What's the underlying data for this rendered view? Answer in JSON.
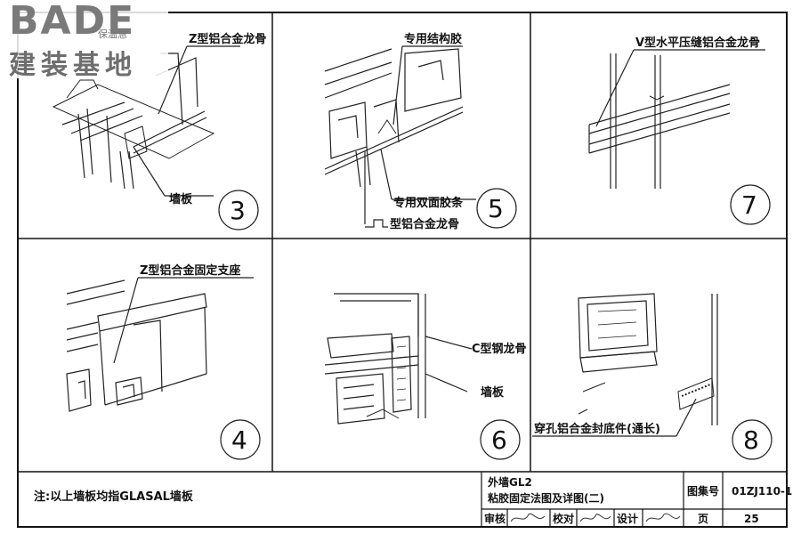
{
  "logo": {
    "main": "BADE",
    "sub": "保温慧",
    "cn": "建装基地"
  },
  "panels": [
    {
      "number": "3",
      "labels": [
        "Z型铝合金龙骨",
        "墙板"
      ]
    },
    {
      "number": "5",
      "labels": [
        "专用结构胶",
        "专用双面胶条",
        "型铝合金龙骨"
      ]
    },
    {
      "number": "7",
      "labels": [
        "V型水平压缝铝合金龙骨"
      ]
    },
    {
      "number": "4",
      "labels": [
        "Z型铝合金固定支座"
      ]
    },
    {
      "number": "6",
      "labels": [
        "C型钢龙骨",
        "墙板"
      ]
    },
    {
      "number": "8",
      "labels": [
        "穿孔铝合金封底件(通长)"
      ]
    }
  ],
  "note": "注:以上墙板均指GLASAL墙板",
  "title_block": {
    "title_line1": "外墙GL2",
    "title_line2": "粘胶固定法图及详图(二)",
    "atlas_label": "图集号",
    "atlas_no": "01ZJ110-1",
    "review_label": "审核",
    "check_label": "校对",
    "design_label": "设计",
    "page_label": "页",
    "page_no": "25"
  }
}
